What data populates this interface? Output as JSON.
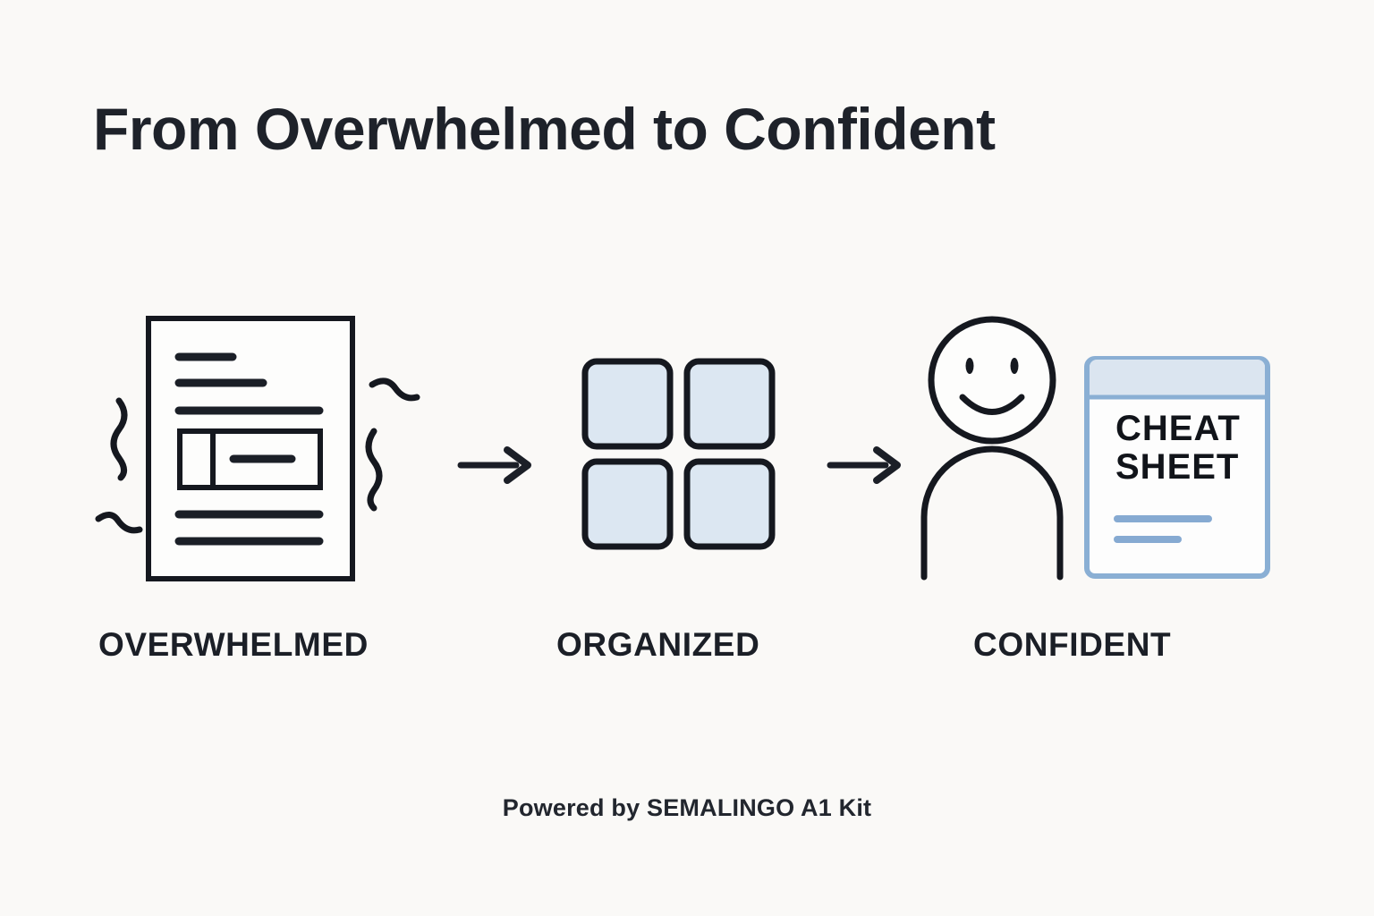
{
  "header": {
    "title": "From Overwhelmed to Confident"
  },
  "stages": [
    {
      "id": "overwhelmed",
      "label": "OVERWHELMED",
      "icon": "messy-document-icon",
      "description": "Document page with text lines, an inset box and stress squiggle marks"
    },
    {
      "id": "organized",
      "label": "ORGANIZED",
      "icon": "four-squares-grid-icon",
      "description": "Two by two grid of rounded squares"
    },
    {
      "id": "confident",
      "label": "CONFIDENT",
      "icon": "smiling-person-with-cheat-sheet-icon",
      "description": "Smiling person next to a cheat sheet card"
    }
  ],
  "connectors": [
    {
      "id": "arrow-1",
      "icon": "arrow-right-icon"
    },
    {
      "id": "arrow-2",
      "icon": "arrow-right-icon"
    }
  ],
  "cheat_sheet": {
    "line1": "CHEAT",
    "line2": "SHEET"
  },
  "footer": {
    "text": "Powered by SEMALINGO A1 Kit"
  },
  "colors": {
    "background": "#faf9f7",
    "ink": "#1b1f27",
    "title": "#1e222a",
    "square_fill": "#dce7f2",
    "square_stroke": "#15181f",
    "card_border": "#8aafd4",
    "card_header_fill": "#dbe5f0",
    "card_rule": "#86aad2",
    "card_body": "#fdfdfd"
  }
}
